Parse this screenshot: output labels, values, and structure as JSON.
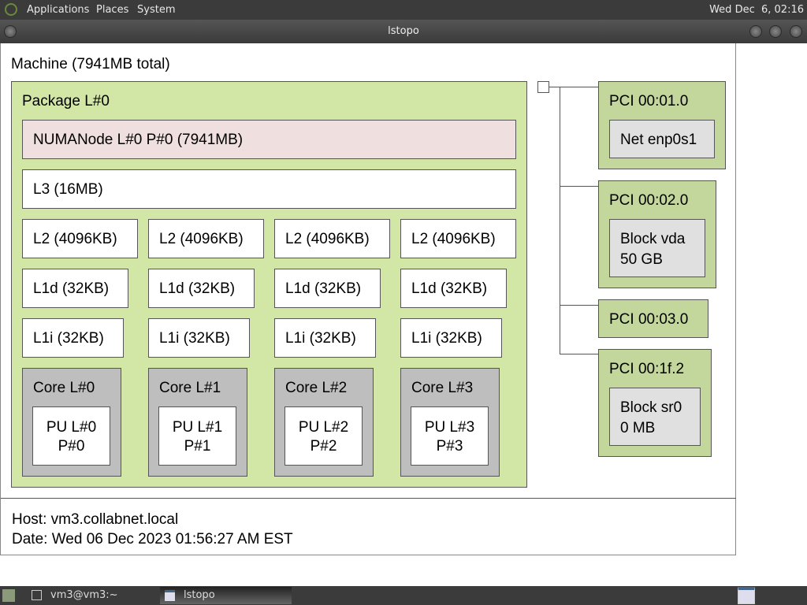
{
  "panel": {
    "menus": [
      "Applications",
      "Places",
      "System"
    ],
    "clock": "Wed Dec  6, 02:16"
  },
  "window": {
    "title": "lstopo"
  },
  "topology": {
    "machine": "Machine (7941MB total)",
    "package": "Package L#0",
    "numa": "NUMANode L#0 P#0 (7941MB)",
    "l3": "L3 (16MB)",
    "cores": [
      {
        "l2": "L2 (4096KB)",
        "l1d": "L1d (32KB)",
        "l1i": "L1i (32KB)",
        "core": "Core L#0",
        "pu1": "PU L#0",
        "pu2": "P#0"
      },
      {
        "l2": "L2 (4096KB)",
        "l1d": "L1d (32KB)",
        "l1i": "L1i (32KB)",
        "core": "Core L#1",
        "pu1": "PU L#1",
        "pu2": "P#1"
      },
      {
        "l2": "L2 (4096KB)",
        "l1d": "L1d (32KB)",
        "l1i": "L1i (32KB)",
        "core": "Core L#2",
        "pu1": "PU L#2",
        "pu2": "P#2"
      },
      {
        "l2": "L2 (4096KB)",
        "l1d": "L1d (32KB)",
        "l1i": "L1i (32KB)",
        "core": "Core L#3",
        "pu1": "PU L#3",
        "pu2": "P#3"
      }
    ],
    "pci": [
      {
        "label": "PCI 00:01.0",
        "dev1": "Net enp0s1"
      },
      {
        "label": "PCI 00:02.0",
        "dev1": "Block vda",
        "dev2": "50 GB"
      },
      {
        "label": "PCI 00:03.0"
      },
      {
        "label": "PCI 00:1f.2",
        "dev1": "Block sr0",
        "dev2": "0 MB"
      }
    ]
  },
  "footer": {
    "host": "Host: vm3.collabnet.local",
    "date": "Date: Wed 06 Dec 2023 01:56:27 AM EST"
  },
  "taskbar": {
    "tasks": [
      "vm3@vm3:~",
      "lstopo"
    ]
  }
}
